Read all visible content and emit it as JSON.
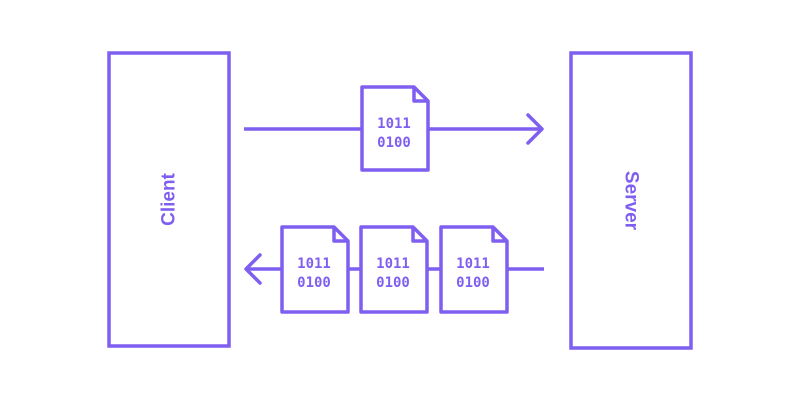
{
  "colors": {
    "stroke": "#7F5FF0",
    "text": "#7F5FF0",
    "background": "#FFFFFF"
  },
  "client": {
    "label": "Client"
  },
  "server": {
    "label": "Server"
  },
  "request": {
    "direction": "client-to-server",
    "packets": [
      {
        "line1": "1011",
        "line2": "0100"
      }
    ]
  },
  "response": {
    "direction": "server-to-client",
    "packets": [
      {
        "line1": "1011",
        "line2": "0100"
      },
      {
        "line1": "1011",
        "line2": "0100"
      },
      {
        "line1": "1011",
        "line2": "0100"
      }
    ]
  }
}
